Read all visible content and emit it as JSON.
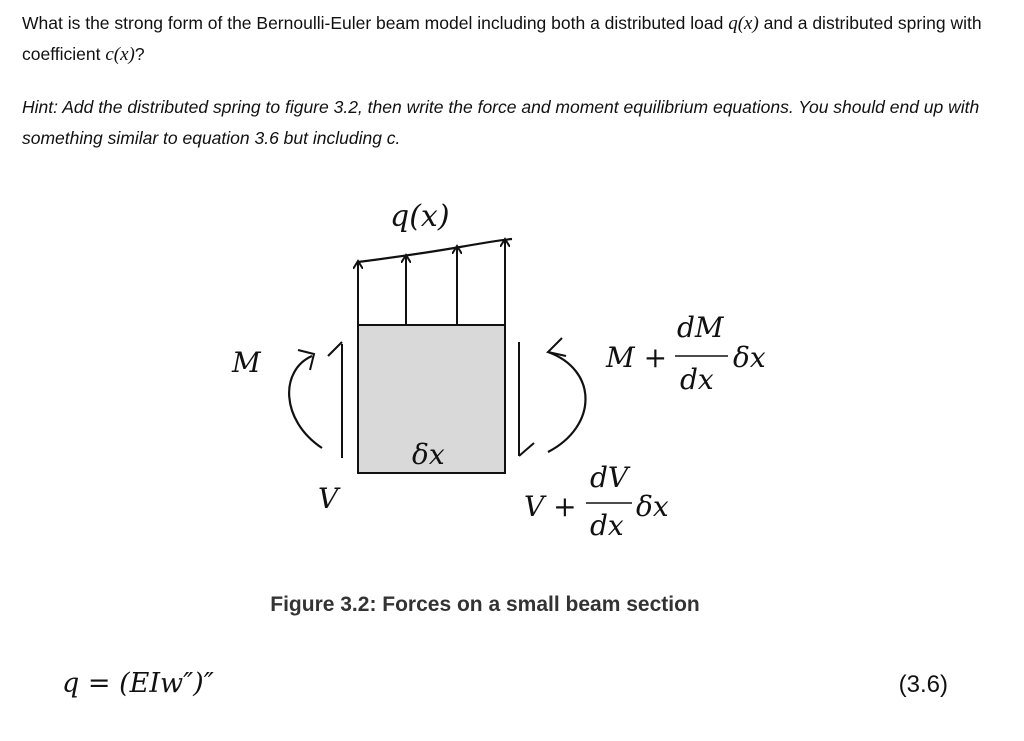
{
  "question": {
    "text_1": "What is the strong form of the Bernoulli-Euler beam model including both a distributed load ",
    "load_symbol": "q(x)",
    "text_2": " and a distributed spring with coefficient ",
    "spring_symbol": "c(x)",
    "text_3": "?"
  },
  "hint": {
    "text": "Hint: Add the distributed spring to figure 3.2, then write the force and moment equilibrium equations. You should end up with something similar to equation 3.6 but including c."
  },
  "figure": {
    "load_label": "q(x)",
    "left_moment_label": "M",
    "left_shear_label": "V",
    "width_label": "δx",
    "right_moment_prefix": "M +",
    "right_moment_num": "dM",
    "right_moment_den": "dx",
    "right_moment_suffix": "δx",
    "right_shear_prefix": "V +",
    "right_shear_num": "dV",
    "right_shear_den": "dx",
    "right_shear_suffix": "δx",
    "caption": "Figure 3.2: Forces on a small beam section",
    "colors": {
      "section_fill": "#d9d9d9",
      "stroke": "#111111"
    }
  },
  "equation": {
    "expression": "q = (EIw″)″",
    "number": "(3.6)"
  }
}
